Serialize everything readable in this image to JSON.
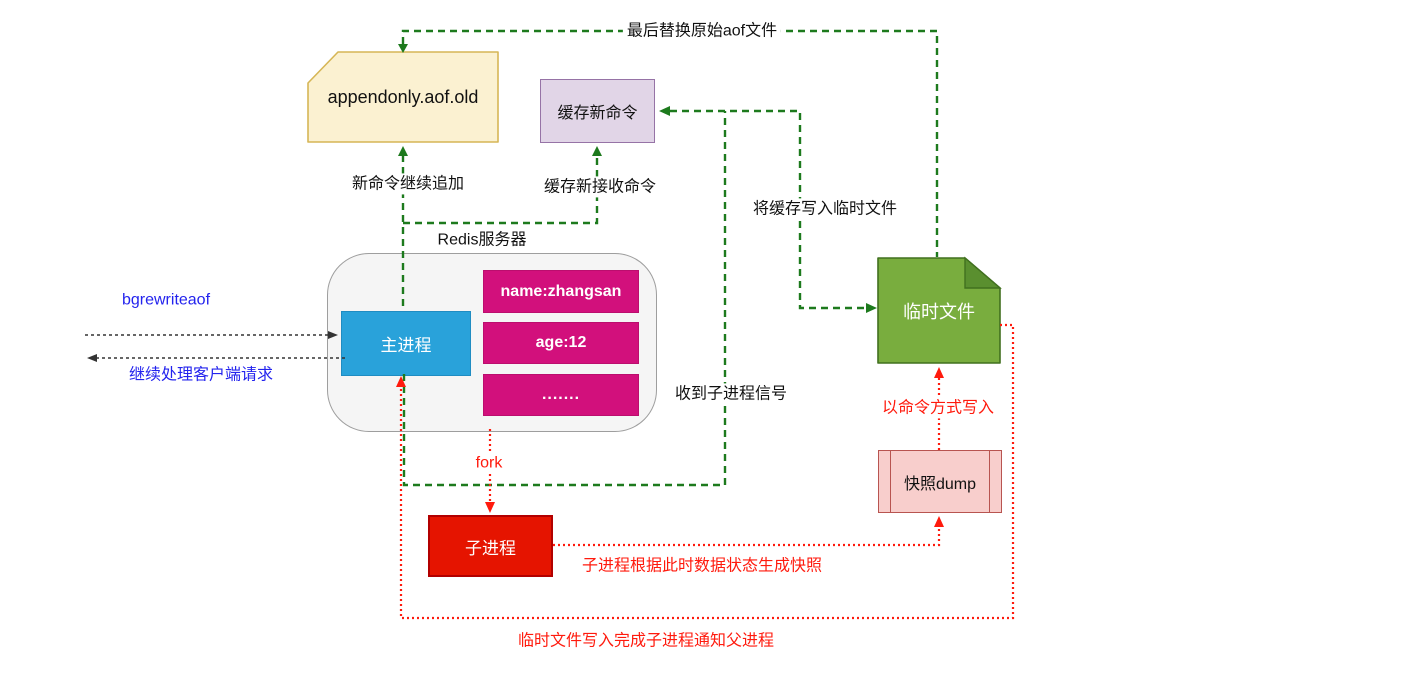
{
  "diagram_title": "Redis bgrewriteaof AOF rewrite flow",
  "nodes": {
    "aof_old_file": "appendonly.aof.old",
    "cache_new_cmd": "缓存新命令",
    "server_title": "Redis服务器",
    "main_process": "主进程",
    "kv_items": [
      "name:zhangsan",
      "age:12",
      "......."
    ],
    "temp_file": "临时文件",
    "child_process": "子进程",
    "snapshot": "快照dump"
  },
  "labels": {
    "replace_aof": "最后替换原始aof文件",
    "append_new_cmd": "新命令继续追加",
    "cache_received_cmd": "缓存新接收命令",
    "bgrewriteaof_cmd": "bgrewriteaof",
    "continue_serving": "继续处理客户端请求",
    "received_child_signal": "收到子进程信号",
    "write_cache_to_temp": "将缓存写入临时文件",
    "fork": "fork",
    "write_as_commands": "以命令方式写入",
    "generate_snapshot": "子进程根据此时数据状态生成快照",
    "notify_parent": "临时文件写入完成子进程通知父进程"
  },
  "colors": {
    "green_line": "#1d7a1d",
    "red_line": "#ff1a0d",
    "blue_text": "#2323ee",
    "black_line": "#333333",
    "aof_card_fill": "#fbf1d1",
    "aof_card_stroke": "#d6b656",
    "cache_fill": "#e1d5e7",
    "cache_stroke": "#9673a6",
    "server_fill": "#f5f5f5",
    "server_stroke": "#9e9e9e",
    "main_process_fill": "#29a2da",
    "kv_fill": "#d2107c",
    "temp_file_fill": "#79ad3e",
    "temp_file_fold": "#5a8f2f",
    "temp_file_stroke": "#41701f",
    "child_fill": "#e51400",
    "child_stroke": "#b20000",
    "snapshot_fill": "#f8cecc",
    "snapshot_stroke": "#b85450"
  }
}
